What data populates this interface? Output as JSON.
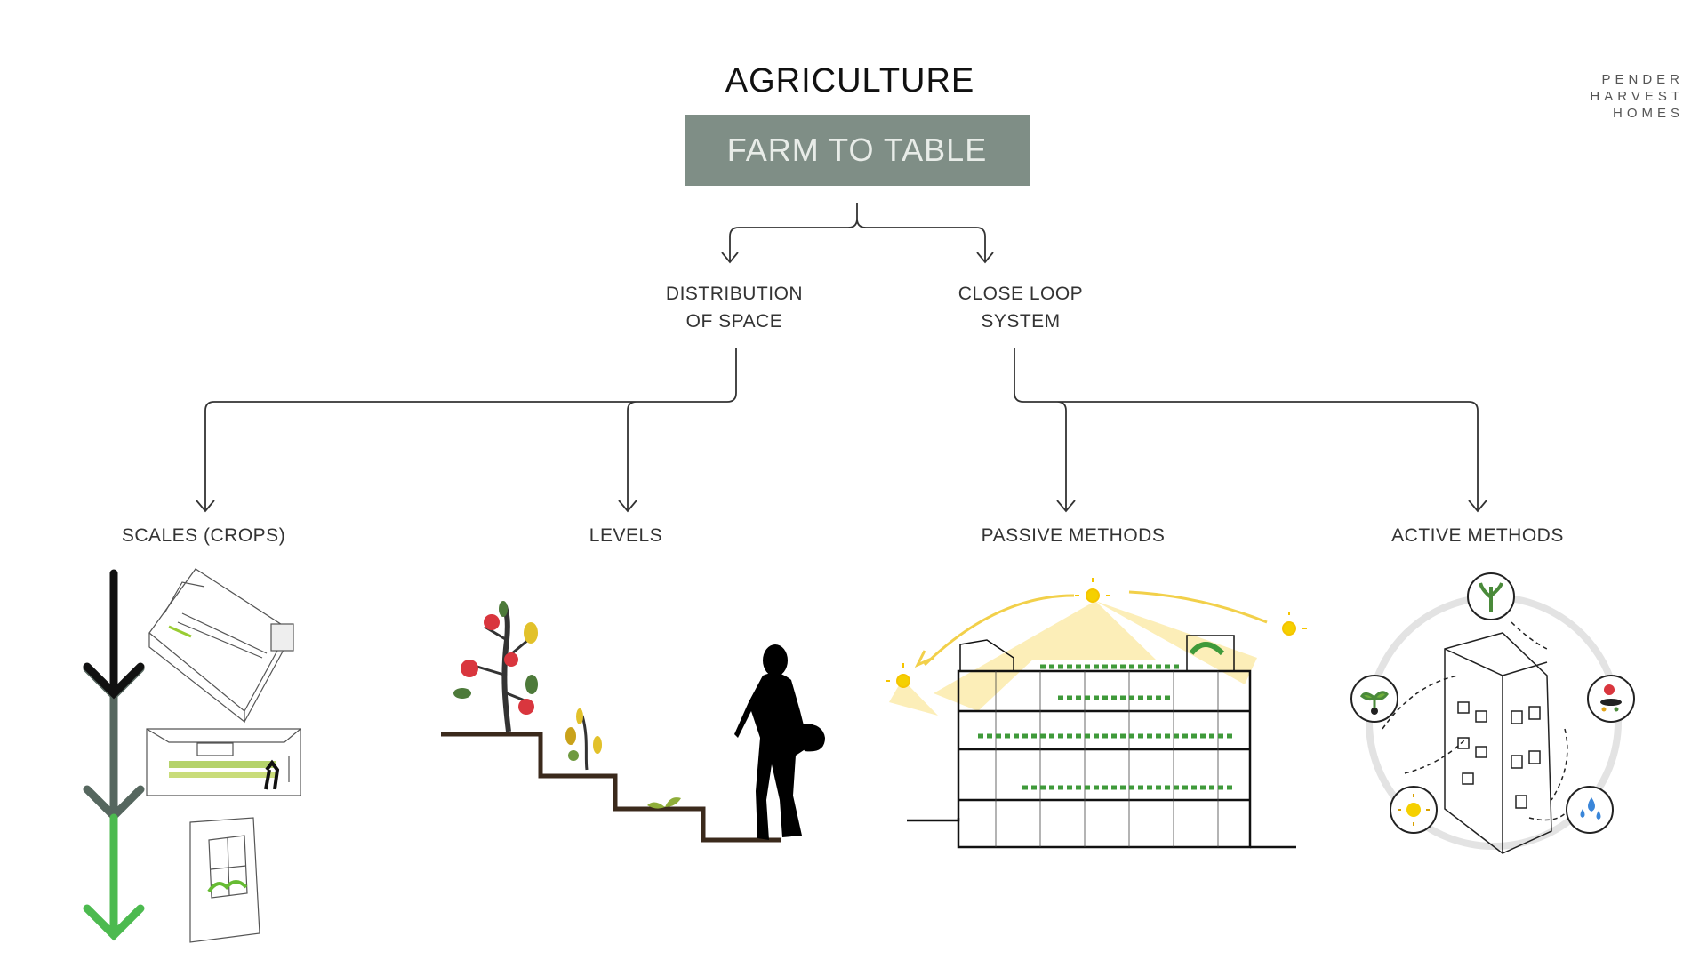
{
  "title": "AGRICULTURE",
  "main_box": "FARM TO TABLE",
  "brand": [
    "PENDER",
    "HARVEST",
    "HOMES"
  ],
  "branches": [
    {
      "line1": "DISTRIBUTION",
      "line2": "OF SPACE"
    },
    {
      "line1": "CLOSE LOOP",
      "line2": "SYSTEM"
    }
  ],
  "leaves": [
    "SCALES (CROPS)",
    "LEVELS",
    "PASSIVE METHODS",
    "ACTIVE METHODS"
  ],
  "colors": {
    "box": "#7f8e86",
    "arrow_black": "#111111",
    "arrow_gray": "#56675f",
    "arrow_green": "#4cba4f",
    "sun": "#f5d000"
  }
}
